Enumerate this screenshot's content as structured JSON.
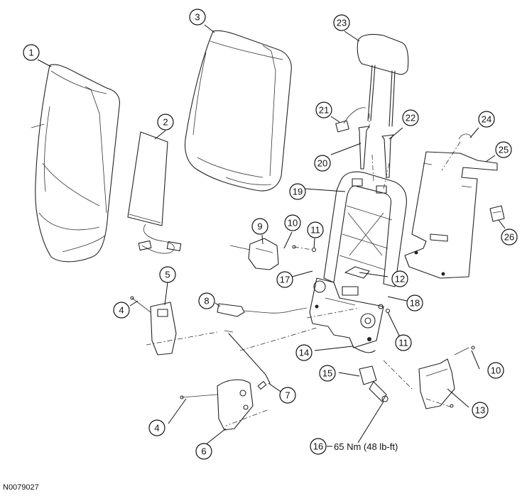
{
  "figure_id": "N0079027",
  "torque_spec": "65 Nm (48 lb-ft)",
  "callouts": {
    "c1": "1",
    "c2": "2",
    "c3": "3",
    "c4a": "4",
    "c4b": "4",
    "c5": "5",
    "c6": "6",
    "c7": "7",
    "c8": "8",
    "c9": "9",
    "c10a": "10",
    "c10b": "10",
    "c11a": "11",
    "c11b": "11",
    "c12": "12",
    "c13": "13",
    "c14": "14",
    "c15": "15",
    "c16": "16",
    "c17": "17",
    "c18": "18",
    "c19": "19",
    "c20": "20",
    "c21": "21",
    "c22": "22",
    "c23": "23",
    "c24": "24",
    "c25": "25",
    "c26": "26"
  }
}
